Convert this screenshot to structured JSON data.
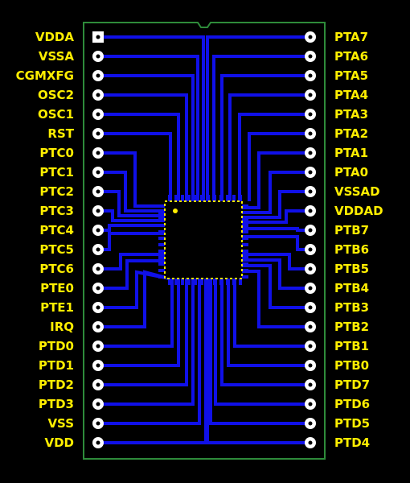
{
  "colors": {
    "background": "#000000",
    "board_outline": "#2e8b3a",
    "trace": "#1010e8",
    "chip_outline": "#ffee00",
    "label": "#ffee00",
    "pad": "#ffffff"
  },
  "chip": {
    "marker_icon": "pin1-dot-icon"
  },
  "left_pins": [
    "VDDA",
    "VSSA",
    "CGMXFG",
    "OSC2",
    "OSC1",
    "RST",
    "PTC0",
    "PTC1",
    "PTC2",
    "PTC3",
    "PTC4",
    "PTC5",
    "PTC6",
    "PTE0",
    "PTE1",
    "IRQ",
    "PTD0",
    "PTD1",
    "PTD2",
    "PTD3",
    "VSS",
    "VDD"
  ],
  "right_pins": [
    "PTA7",
    "PTA6",
    "PTA5",
    "PTA4",
    "PTA3",
    "PTA2",
    "PTA1",
    "PTA0",
    "VSSAD",
    "VDDAD",
    "PTB7",
    "PTB6",
    "PTB5",
    "PTB4",
    "PTB3",
    "PTB2",
    "PTB1",
    "PTB0",
    "PTD7",
    "PTD6",
    "PTD5",
    "PTD4"
  ]
}
